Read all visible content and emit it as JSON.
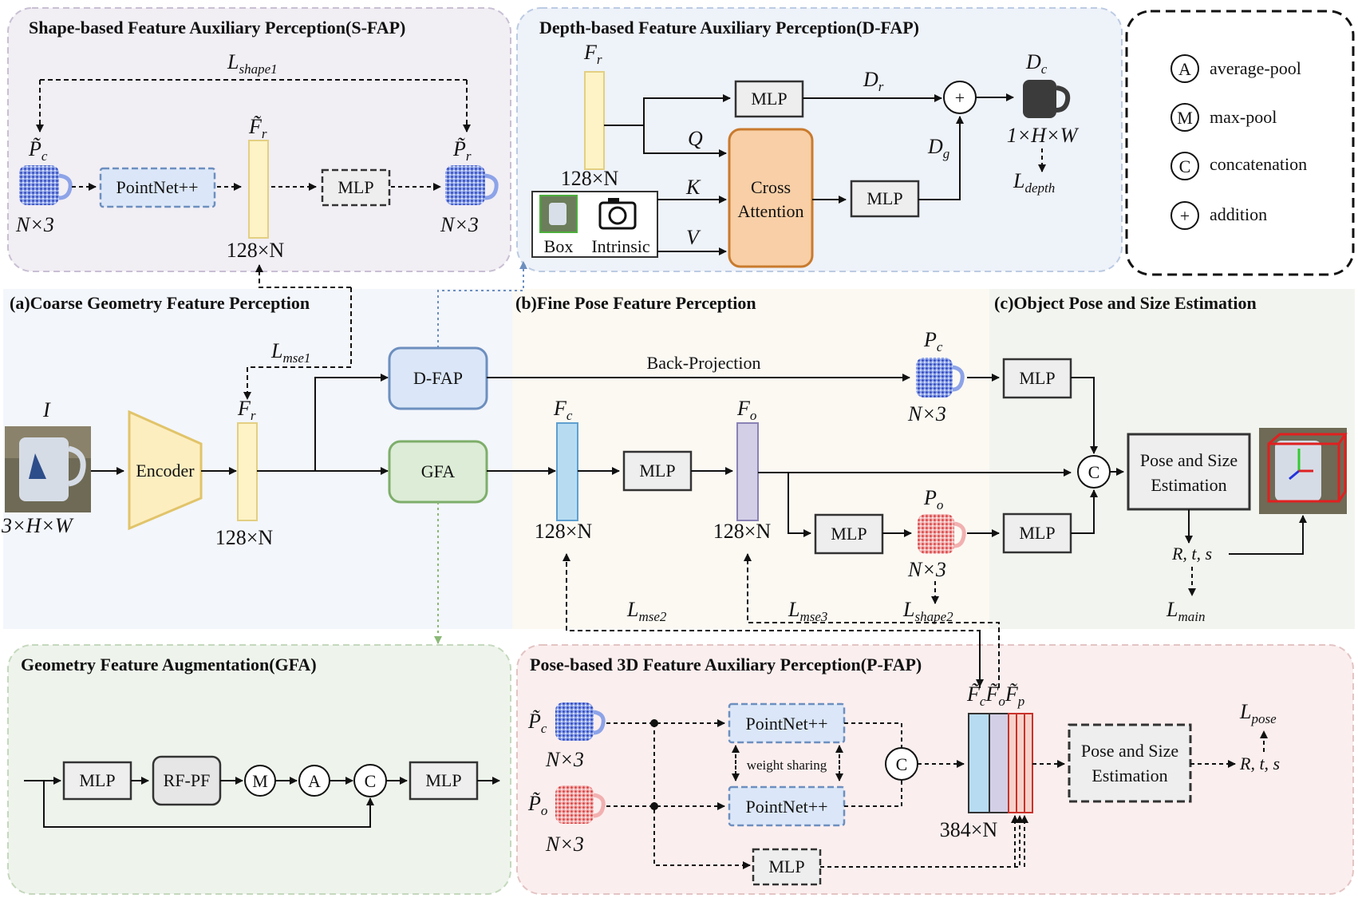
{
  "panels": {
    "sfap_title": "Shape-based Feature Auxiliary Perception(S-FAP)",
    "dfap_title": "Depth-based Feature Auxiliary Perception(D-FAP)",
    "coarse_title": "(a)Coarse Geometry Feature Perception",
    "fine_title": "(b)Fine Pose Feature Perception",
    "estimation_title": "(c)Object Pose and Size Estimation",
    "gfa_title": "Geometry Feature Augmentation(GFA)",
    "pfap_title": "Pose-based 3D Feature Auxiliary Perception(P-FAP)"
  },
  "legend": [
    {
      "symbol": "A",
      "label": "average-pool"
    },
    {
      "symbol": "M",
      "label": "max-pool"
    },
    {
      "symbol": "C",
      "label": "concatenation"
    },
    {
      "symbol": "+",
      "label": "addition"
    }
  ],
  "colors": {
    "sfap_bg": "#f1eef4",
    "dfap_bg": "#eef2f9",
    "coarse_bg": "#f3f6fb",
    "fine_bg": "#fcf9f3",
    "estimation_bg": "#f2f5ef",
    "gfa_bg": "#eef4ec",
    "pfap_bg": "#fbeeee",
    "feature_yellow": "#fdf3c6",
    "feature_blue": "#b7dcf2",
    "feature_purple": "#d3cfe6",
    "feature_red": "#f8d3cb",
    "dfap_box": "#dbe7f8",
    "gfa_box": "#dcecd6",
    "cross_attention": "#f8cfa6",
    "encoder": "#fdeec0"
  },
  "sfap": {
    "l_shape1": "L",
    "l_shape1_sub": "shape1",
    "pc_label": "P̃",
    "pc_sub": "c",
    "pr_label": "P̃",
    "pr_sub": "r",
    "fr_label": "F̃",
    "fr_sub": "r",
    "pointnet": "PointNet++",
    "mlp": "MLP",
    "dim_left": "N×3",
    "dim_mid": "128×N",
    "dim_right": "N×3"
  },
  "dfap": {
    "fr_label": "F",
    "fr_sub": "r",
    "dim_fr": "128×N",
    "mlp_top": "MLP",
    "mlp_mid": "MLP",
    "dr_label": "D",
    "dr_sub": "r",
    "dg_label": "D",
    "dg_sub": "g",
    "dc_label": "D",
    "dc_sub": "c",
    "dim_dc": "1×H×W",
    "l_depth": "L",
    "l_depth_sub": "depth",
    "q": "Q",
    "k": "K",
    "v": "V",
    "cross_attention_1": "Cross",
    "cross_attention_2": "Attention",
    "box_label": "Box",
    "intrinsic_label": "Intrinsic",
    "plus": "+"
  },
  "coarse": {
    "image_label": "I",
    "image_dim": "3×H×W",
    "encoder": "Encoder",
    "fr_label": "F",
    "fr_sub": "r",
    "fr_dim": "128×N",
    "l_mse1": "L",
    "l_mse1_sub": "mse1",
    "dfap_box": "D-FAP",
    "gfa_box": "GFA"
  },
  "fine": {
    "back_projection": "Back-Projection",
    "fc_label": "F",
    "fc_sub": "c",
    "fc_dim": "128×N",
    "mlp": "MLP",
    "fo_label": "F",
    "fo_sub": "o",
    "fo_dim": "128×N",
    "pc_label": "P",
    "pc_sub": "c",
    "pc_dim": "N×3",
    "mlp_po": "MLP",
    "po_label": "P",
    "po_sub": "o",
    "po_dim": "N×3",
    "l_shape2": "L",
    "l_shape2_sub": "shape2",
    "l_mse2": "L",
    "l_mse2_sub": "mse2",
    "l_mse3": "L",
    "l_mse3_sub": "mse3"
  },
  "estimation": {
    "mlp_top": "MLP",
    "mlp_bottom": "MLP",
    "concat": "C",
    "pose_box_1": "Pose and Size",
    "pose_box_2": "Estimation",
    "rts": "R, t, s",
    "l_main": "L",
    "l_main_sub": "main"
  },
  "gfa": {
    "mlp_in": "MLP",
    "rfpf": "RF-PF",
    "maxpool": "M",
    "avgpool": "A",
    "concat": "C",
    "mlp_out": "MLP"
  },
  "pfap": {
    "pc_label": "P̃",
    "pc_sub": "c",
    "pc_dim": "N×3",
    "po_label": "P̃",
    "po_sub": "o",
    "po_dim": "N×3",
    "pointnet_top": "PointNet++",
    "pointnet_bottom": "PointNet++",
    "weight_sharing": "weight sharing",
    "concat": "C",
    "mlp": "MLP",
    "feat_labels": "F̃",
    "feat_sub_c": "c",
    "feat_sub_o": "o",
    "feat_sub_p": "p",
    "feat_dim": "384×N",
    "pose_box_1": "Pose and Size",
    "pose_box_2": "Estimation",
    "rts": "R, t, s",
    "l_pose": "L",
    "l_pose_sub": "pose"
  }
}
